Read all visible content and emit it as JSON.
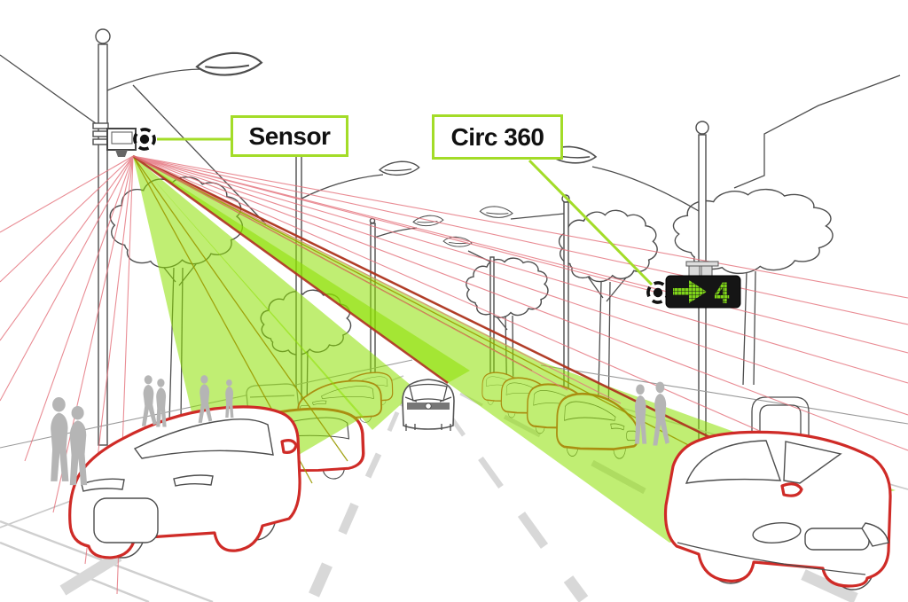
{
  "diagram_title": "street-detection-sensor-illustration",
  "labels": {
    "sensor": "Sensor",
    "circ": "Circ 360"
  },
  "display": {
    "value": "4",
    "arrow_icon": "pixel-right-arrow"
  },
  "icons": {
    "sensor_marker": "target-dot",
    "circ_marker": "target-dot"
  },
  "colors": {
    "accent_green": "#A3DC28",
    "beam_green": "#8CE000",
    "display_green": "#7FD419",
    "display_bg": "#151515",
    "detection_red": "#CF2B27",
    "ray_red": "#E4737D",
    "ray_olive": "#9A9A00",
    "ray_dark_red": "#AF3122",
    "sketch_gray": "#4D4D4D",
    "silhouette_gray": "#B5B5B5",
    "road_dash_gray": "#D8D8D8"
  }
}
